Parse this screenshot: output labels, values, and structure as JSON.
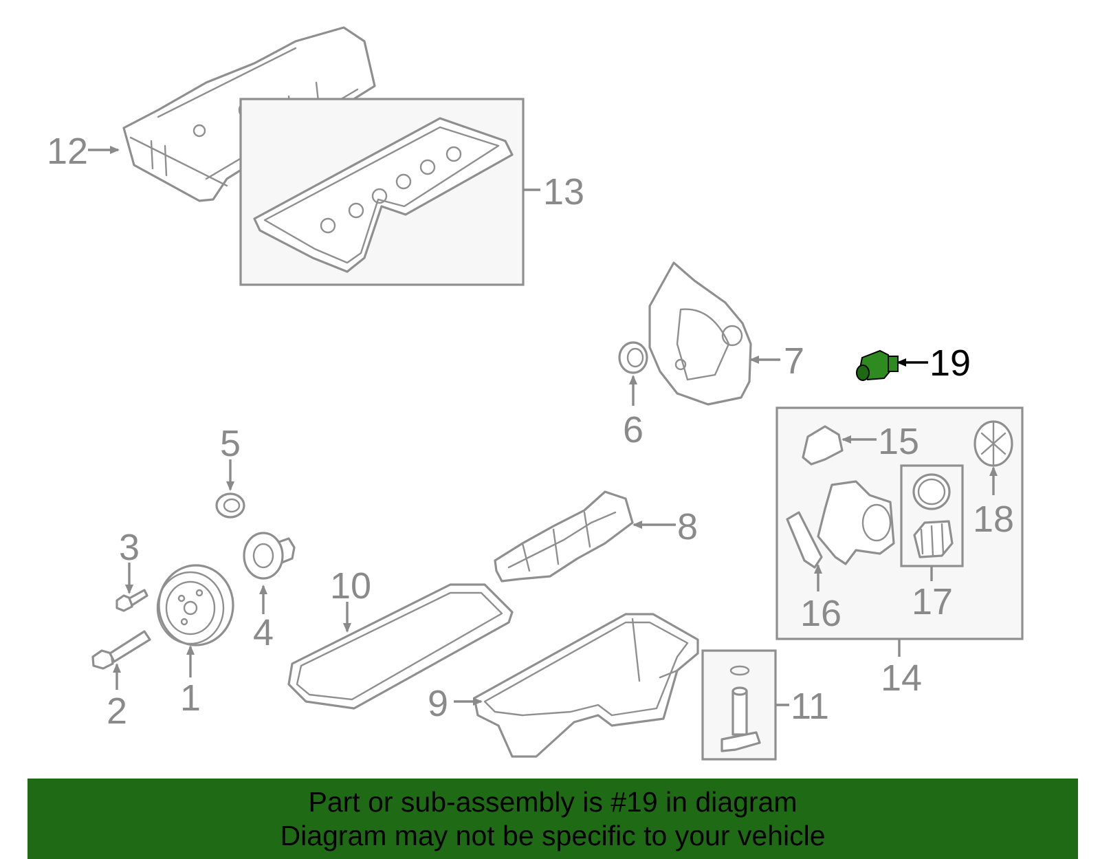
{
  "callouts": {
    "c1": "1",
    "c2": "2",
    "c3": "3",
    "c4": "4",
    "c5": "5",
    "c6": "6",
    "c7": "7",
    "c8": "8",
    "c9": "9",
    "c10": "10",
    "c11": "11",
    "c12": "12",
    "c13": "13",
    "c14": "14",
    "c15": "15",
    "c16": "16",
    "c17": "17",
    "c18": "18",
    "c19": "19"
  },
  "highlighted_part": "19",
  "colors": {
    "line_art": "#8f8f8f",
    "highlight_part": "#2e8b1f",
    "footer_bg": "#1f6b15"
  },
  "footer": {
    "line1": "Part or sub-assembly is #19 in diagram",
    "line2": "Diagram may not be specific to your vehicle"
  }
}
